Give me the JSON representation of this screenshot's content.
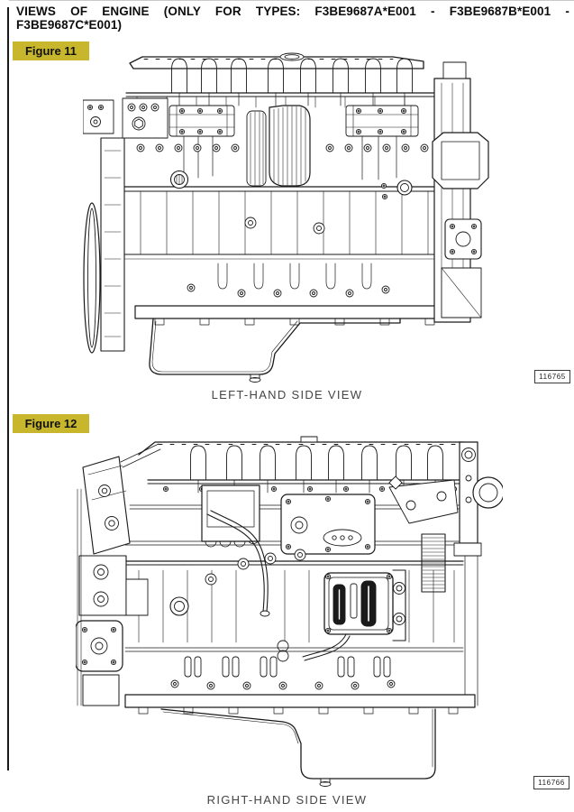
{
  "page": {
    "title": {
      "line1": "VIEWS OF ENGINE (ONLY FOR TYPES: F3BE9687A*E001 - F3BE9687B*E001 -",
      "line2": "F3BE9687C*E001)"
    }
  },
  "figures": [
    {
      "label": "Figure 11",
      "caption": "LEFT-HAND SIDE VIEW",
      "drawing_ref": "116765"
    },
    {
      "label": "Figure 12",
      "caption": "RIGHT-HAND SIDE VIEW",
      "drawing_ref": "116766"
    }
  ],
  "colors": {
    "figure_label_bg": "#c8b72d",
    "figure_label_text": "#111111",
    "line_art": "#1a1a1a",
    "caption_text": "#454545"
  }
}
